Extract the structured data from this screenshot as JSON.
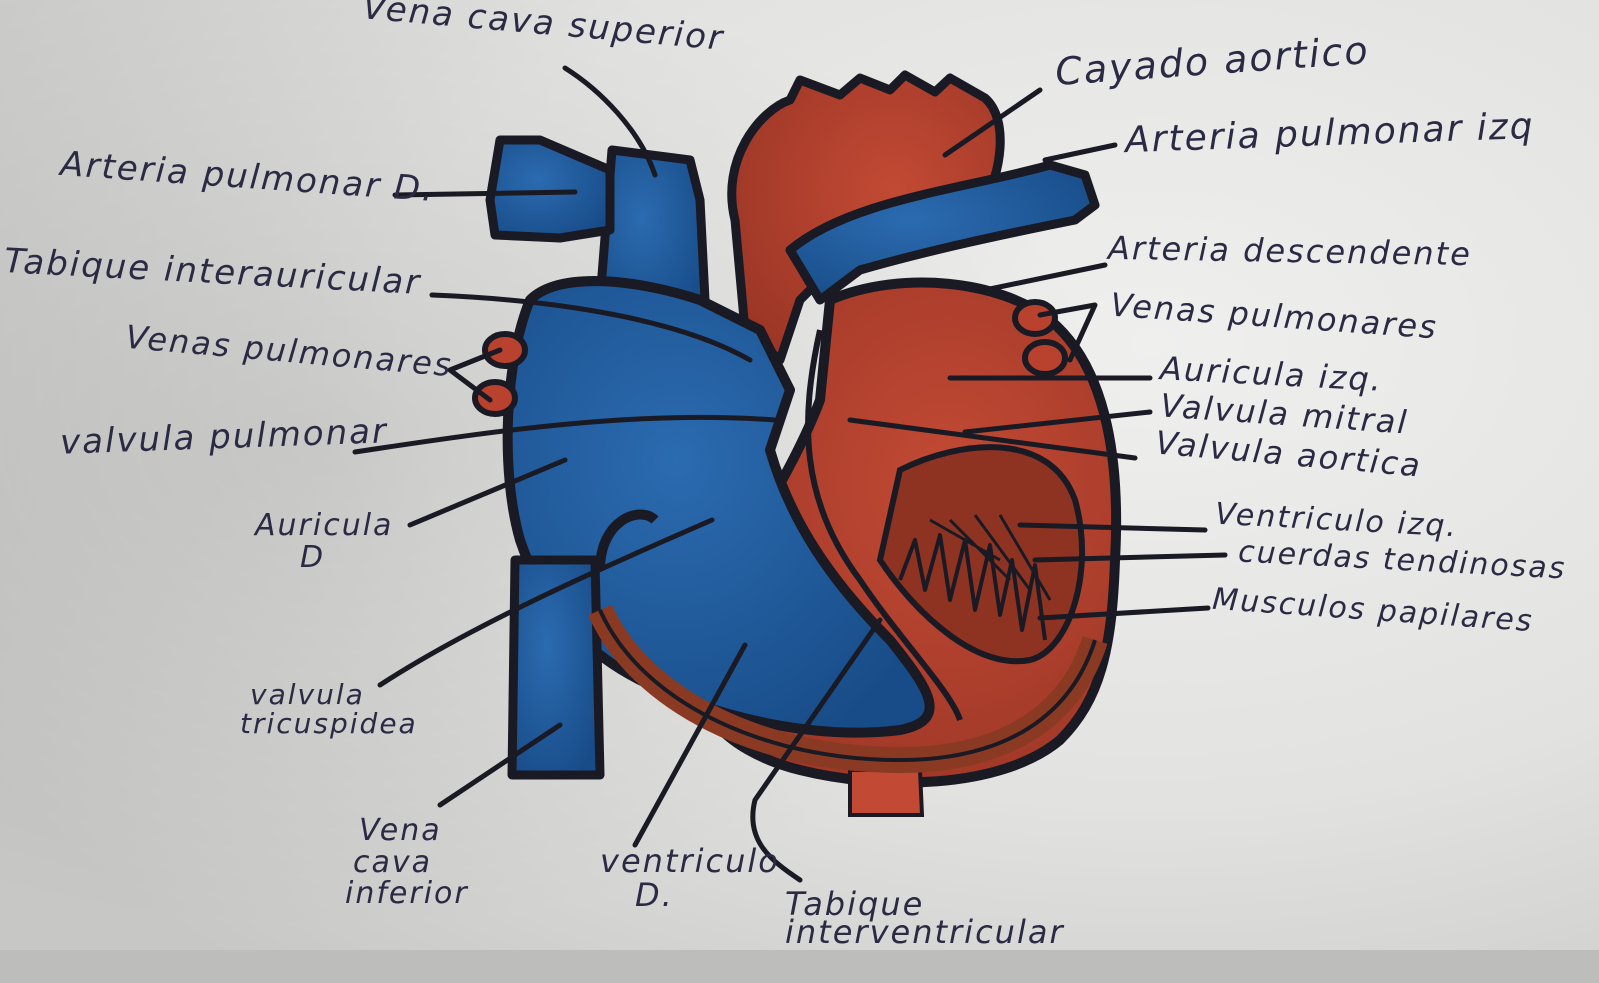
{
  "diagram": {
    "labels": {
      "vena_cava_superior": "Vena cava superior",
      "cayado_aortico": "Cayado aortico",
      "arteria_pulmonar_izq": "Arteria pulmonar izq",
      "arteria_pulmonar_d": "Arteria pulmonar D.",
      "tabique_interauricular": "Tabique interauricular",
      "arteria_descendente": "Arteria descendente",
      "venas_pulmonares_right": "Venas pulmonares",
      "venas_pulmonares_left": "Venas pulmonares",
      "auricula_izq": "Auricula izq.",
      "valvula_mitral": "Valvula mitral",
      "valvula_pulmonar": "valvula pulmonar",
      "valvula_aortica": "Valvula aortica",
      "auricula_d_line1": "Auricula",
      "auricula_d_line2": "D",
      "ventriculo_izq": "Ventriculo izq.",
      "cuerdas_tendinosas": "cuerdas tendinosas",
      "musculos_papilares": "Musculos papilares",
      "valvula_tricuspidea_line1": "valvula",
      "valvula_tricuspidea_line2": "tricuspidea",
      "vena_cava_inferior_line1": "Vena",
      "vena_cava_inferior_line2": "cava",
      "vena_cava_inferior_line3": "inferior",
      "ventriculo_d_line1": "ventriculo",
      "ventriculo_d_line2": "D.",
      "tabique_interventricular_line1": "Tabique",
      "tabique_interventricular_line2": "interventricular"
    },
    "colors": {
      "paper": "#e4e4e2",
      "ink": "#1a1a24",
      "label_ink": "#2b2a44",
      "oxygenated_red": "#b9422f",
      "deoxygenated_blue": "#1d5a9c",
      "muscle_brown": "#8a3a22",
      "outline_brown": "#7a4a2a"
    }
  }
}
